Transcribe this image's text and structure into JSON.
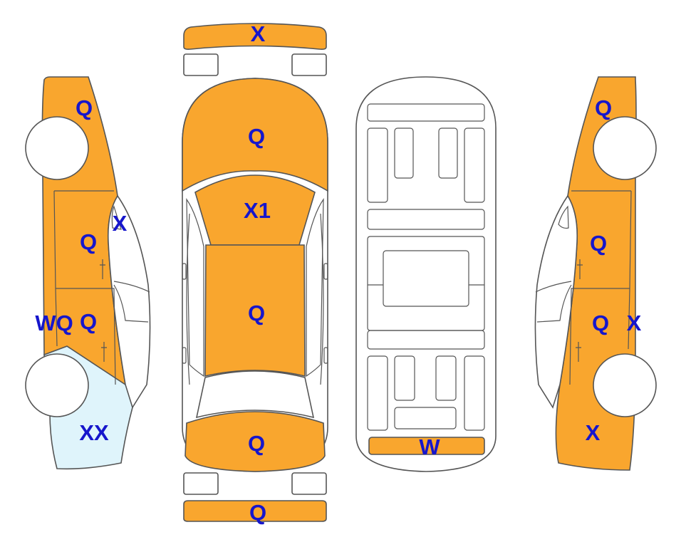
{
  "colors": {
    "damage": "#F9A62E",
    "light": "#DFF4FB",
    "outline": "#555555",
    "label": "#1616CC",
    "blank": "#FFFFFF"
  },
  "labels": {
    "front_bumper": "X",
    "bottom_bumper": "Q",
    "hood": "Q",
    "windshield": "X1",
    "roof": "Q",
    "trunk": "Q",
    "underbody_rear": "W",
    "left_front_fender": "Q",
    "left_a_pillar": "X",
    "left_front_door": "Q",
    "left_rear_door": "Q",
    "left_rocker": "WQ",
    "left_rear_quarter": "XX",
    "right_front_fender": "Q",
    "right_front_door": "Q",
    "right_rear_door": "Q",
    "right_rocker": "X",
    "right_rear_quarter": "X"
  }
}
